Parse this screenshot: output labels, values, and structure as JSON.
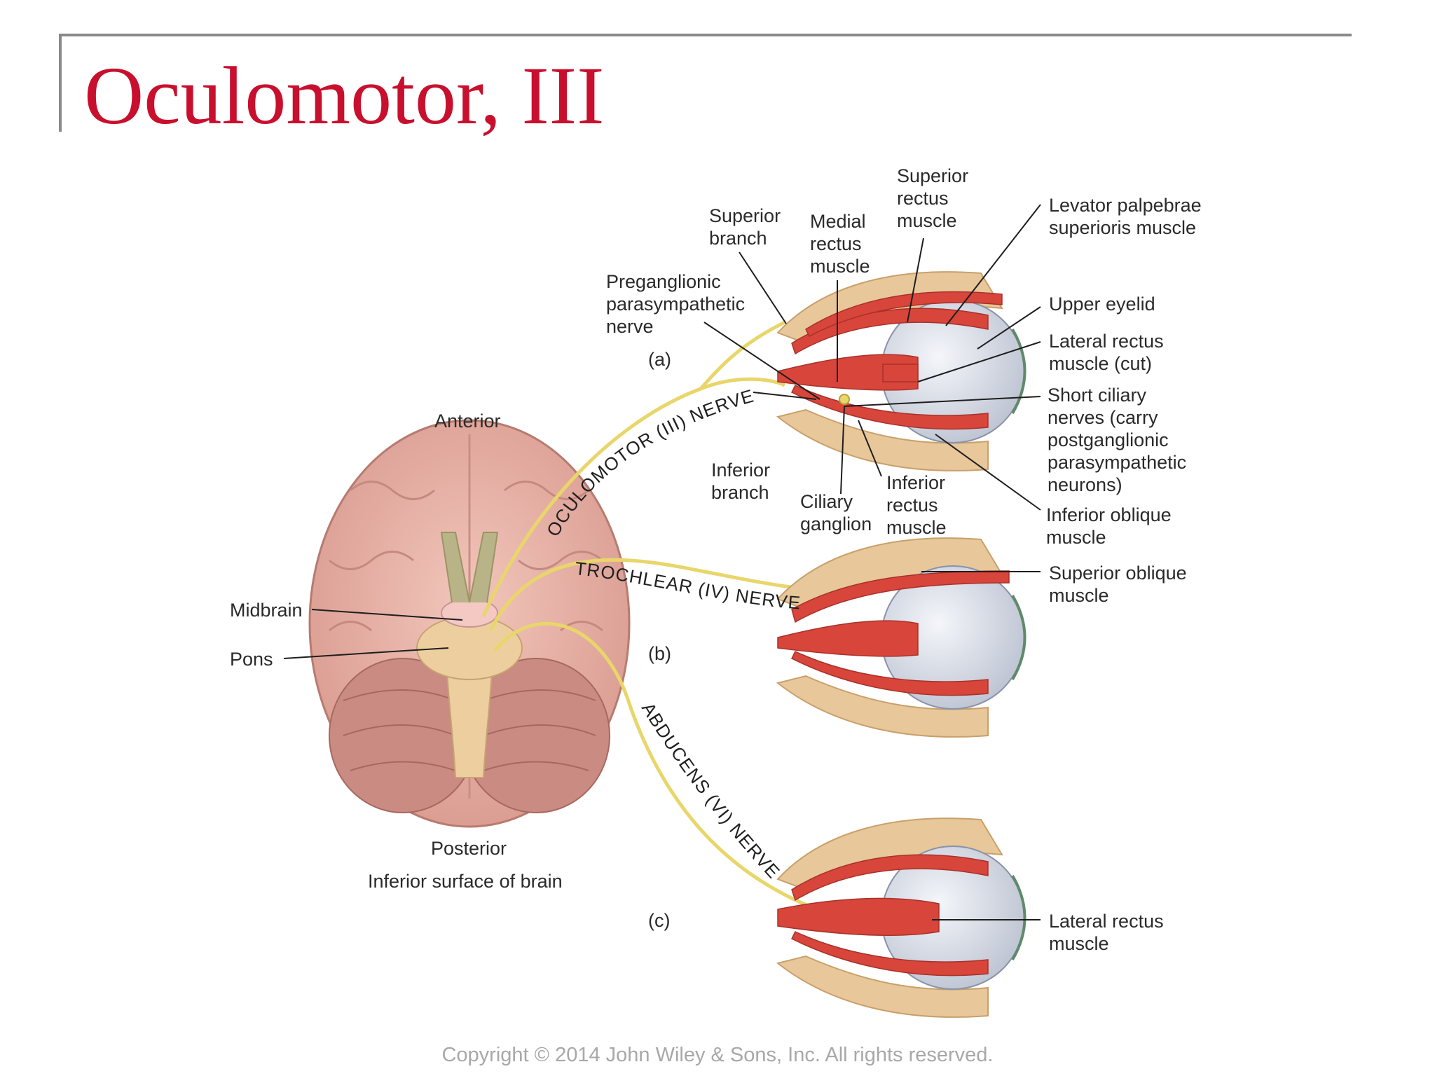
{
  "slide": {
    "title": "Oculomotor, III",
    "copyright": "Copyright © 2014 John Wiley & Sons, Inc. All rights reserved."
  },
  "figure": {
    "brain_labels": {
      "anterior": "Anterior",
      "posterior": "Posterior",
      "caption": "Inferior surface of brain",
      "midbrain": "Midbrain",
      "pons": "Pons"
    },
    "panel_letters": {
      "a": "(a)",
      "b": "(b)",
      "c": "(c)"
    },
    "nerve_labels": {
      "oculomotor": "OCULOMOTOR (III) NERVE",
      "trochlear": "TROCHLEAR (IV) NERVE",
      "abducens": "ABDUCENS (VI) NERVE"
    },
    "labels": {
      "superior_branch": [
        "Superior",
        "branch"
      ],
      "medial_rectus": [
        "Medial",
        "rectus",
        "muscle"
      ],
      "superior_rectus": [
        "Superior",
        "rectus",
        "muscle"
      ],
      "levator": [
        "Levator palpebrae",
        "superioris muscle"
      ],
      "preganglionic": [
        "Preganglionic",
        "parasympathetic",
        "nerve"
      ],
      "upper_eyelid": [
        "Upper eyelid"
      ],
      "lateral_rectus_cut": [
        "Lateral rectus",
        "muscle (cut)"
      ],
      "short_ciliary": [
        "Short ciliary",
        "nerves (carry",
        "postganglionic",
        "parasympathetic",
        "neurons)"
      ],
      "inferior_branch": [
        "Inferior",
        "branch"
      ],
      "ciliary_ganglion": [
        "Ciliary",
        "ganglion"
      ],
      "inferior_rectus": [
        "Inferior",
        "rectus",
        "muscle"
      ],
      "inferior_oblique": [
        "Inferior oblique",
        "muscle"
      ],
      "superior_oblique": [
        "Superior oblique",
        "muscle"
      ],
      "lateral_rectus": [
        "Lateral rectus",
        "muscle"
      ]
    },
    "colors": {
      "nerve": "#e9d66b",
      "muscle": "#d8453a",
      "bone": "#e8c79a",
      "brain": "#e9b3a8",
      "eye": "#dfe3ec",
      "title": "#c8102e"
    }
  }
}
